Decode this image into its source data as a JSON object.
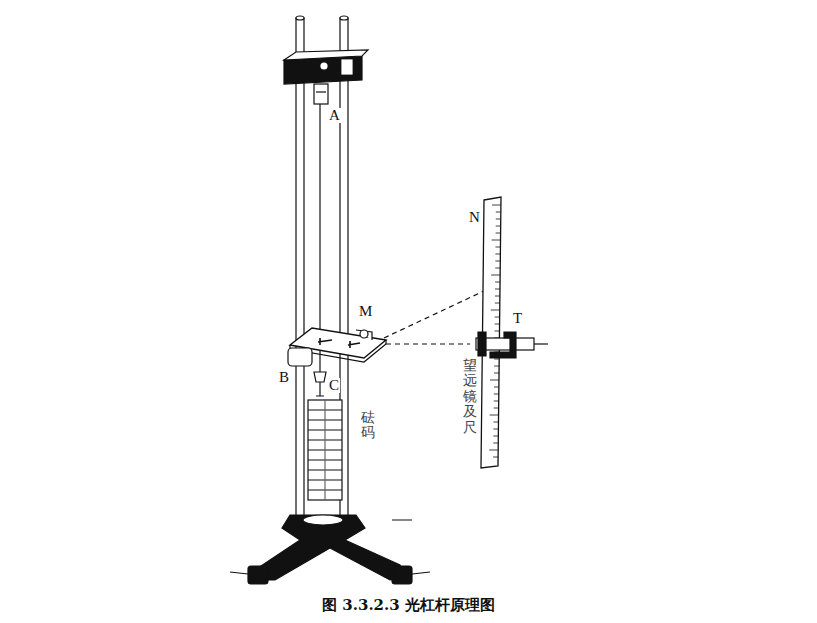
{
  "diagram": {
    "caption": "图 3.3.2.3 光杠杆原理图",
    "labels": [
      "A",
      "N",
      "M",
      "T",
      "B",
      "C",
      "砝码",
      "望远镜及尺"
    ]
  }
}
